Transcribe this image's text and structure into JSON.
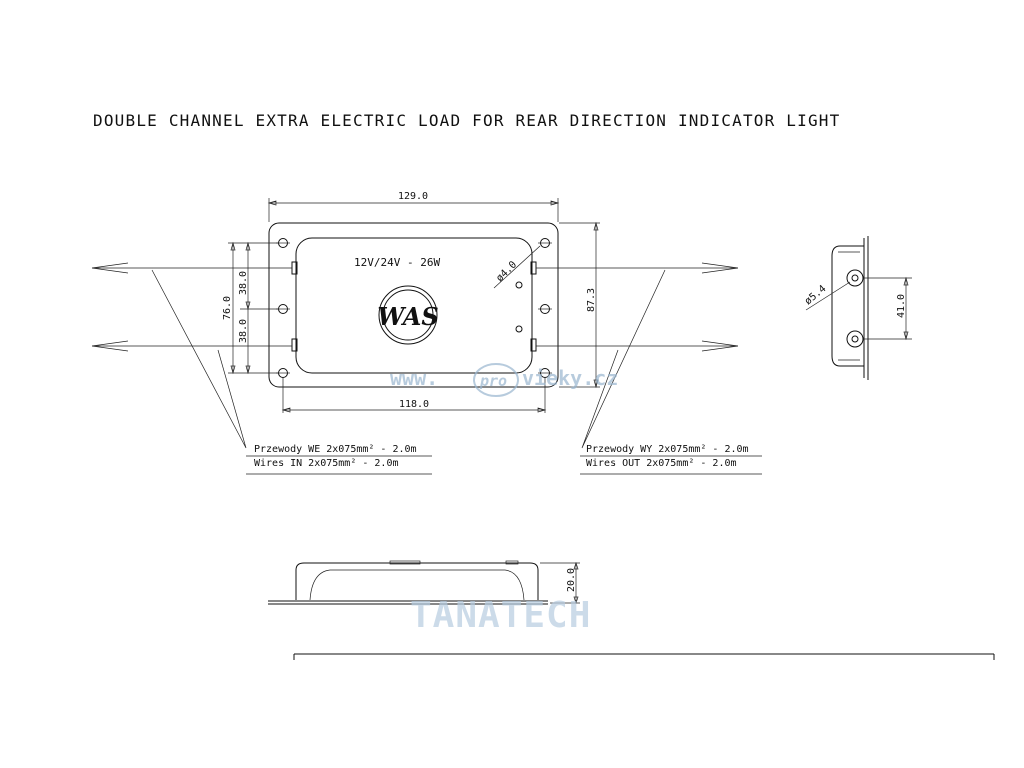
{
  "title": "DOUBLE CHANNEL EXTRA ELECTRIC LOAD FOR REAR DIRECTION INDICATOR LIGHT",
  "rating": "12V/24V - 26W",
  "logo": "WAS",
  "dimensions": {
    "overall_width": "129.0",
    "inner_width": "118.0",
    "overall_height": "87.3",
    "hole_spacing": "76.0",
    "half_spacing_top": "38.0",
    "half_spacing_bottom": "38.0",
    "hole_diameter": "ø4.0",
    "terminal_diameter": "ø5.4",
    "terminal_spacing": "41.0",
    "thickness": "20.0"
  },
  "wires_in": {
    "pl": "Przewody WE 2x075mm² - 2.0m",
    "en": "Wires IN 2x075mm² - 2.0m"
  },
  "wires_out": {
    "pl": "Przewody WY 2x075mm² - 2.0m",
    "en": "Wires OUT 2x075mm² - 2.0m"
  },
  "watermarks": {
    "site_prefix": "www.",
    "site_mid": "pro",
    "site_suffix": "vieky.cz",
    "brand": "TANATECH"
  },
  "colors": {
    "line": "#111111",
    "watermark": "#9ab6cf"
  }
}
